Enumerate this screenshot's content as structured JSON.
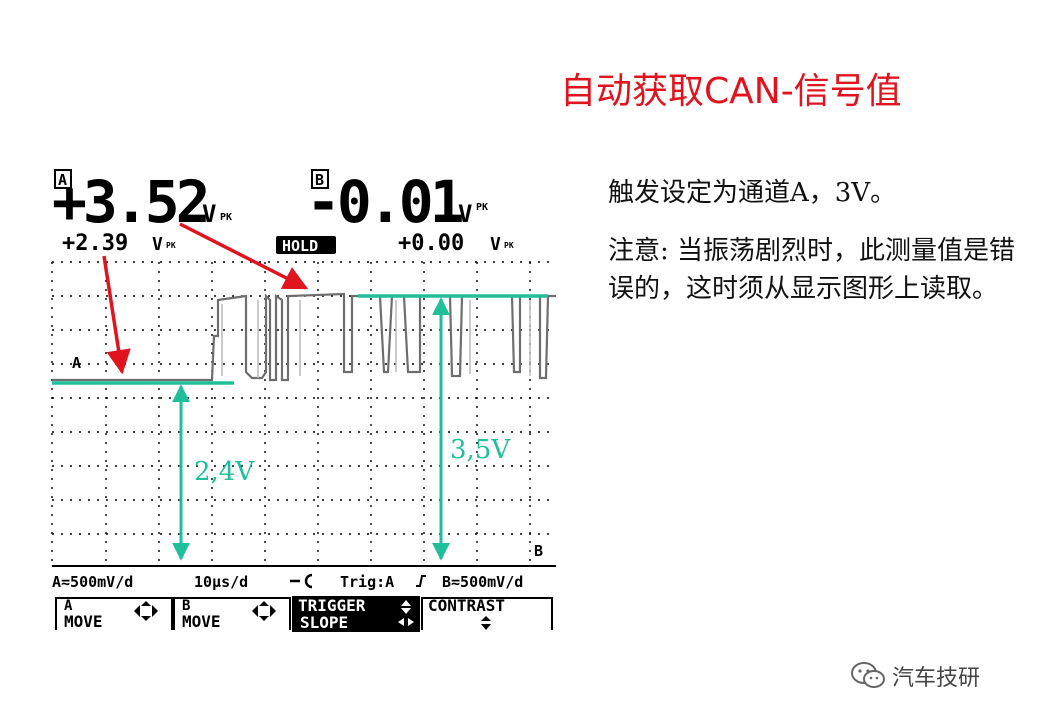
{
  "title": "自动获取CAN-信号值",
  "notes": {
    "trigger": "触发设定为通道A，3V。",
    "warning": "注意: 当振荡剧烈时，此测量值是错误的，这时须从显示图形上读取。"
  },
  "scope": {
    "channel_a": {
      "label": "A",
      "main_value": "+3.52",
      "main_unit": "V",
      "unit_suffix": "PK",
      "sub_value": "+2.39",
      "sub_unit": "V"
    },
    "channel_b": {
      "label": "B",
      "main_value": "-0.01",
      "main_unit": "V",
      "unit_suffix": "PK",
      "sub_value": "+0.00",
      "sub_unit": "V"
    },
    "hold_badge": "HOLD",
    "trace_a_marker": "A",
    "trace_b_marker": "B",
    "status_bar": {
      "a_scale": "A≂500mV/d",
      "time_scale": "10µs/d",
      "trigger": "Trig:A",
      "b_scale": "B≂500mV/d"
    },
    "softkeys": [
      {
        "line1": "A",
        "line2": "MOVE"
      },
      {
        "line1": "B",
        "line2": "MOVE"
      },
      {
        "line1": "TRIGGER",
        "line2": "SLOPE"
      },
      {
        "line1": "CONTRAST",
        "line2": ""
      }
    ]
  },
  "annotations": {
    "low_level": "2,4V",
    "high_level": "3,5V"
  },
  "colors": {
    "title": "#e0141e",
    "annotation": "#1fbf9a",
    "arrow": "#e0141e",
    "trace": "#777777"
  },
  "watermark": {
    "text": "汽车技研",
    "icon": "wechat-icon"
  }
}
